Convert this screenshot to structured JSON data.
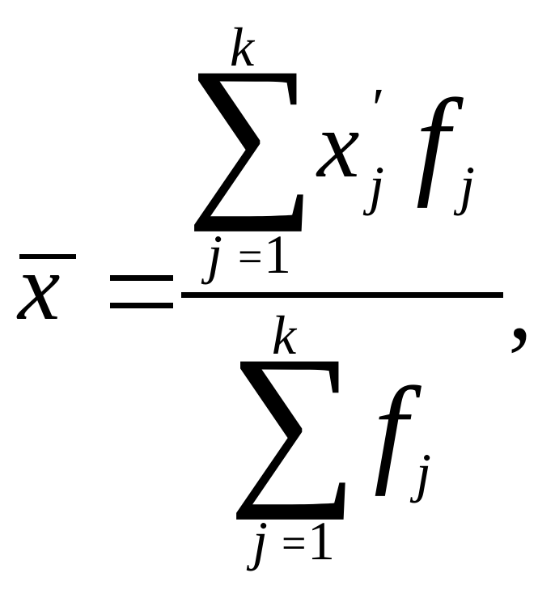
{
  "formula": {
    "mean_symbol": "x",
    "equals": "=",
    "comma": ",",
    "numerator": {
      "sum_symbol": "∑",
      "upper_limit": "k",
      "lower_index": "j",
      "lower_equals": "=",
      "lower_start": "1",
      "term_variable": "x",
      "term_prime": "′",
      "term_variable_subscript": "j",
      "weight": "f",
      "weight_subscript": "j"
    },
    "denominator": {
      "sum_symbol": "∑",
      "upper_limit": "k",
      "lower_index": "j",
      "lower_equals": "=",
      "lower_start": "1",
      "weight": "f",
      "weight_subscript": "j"
    }
  }
}
